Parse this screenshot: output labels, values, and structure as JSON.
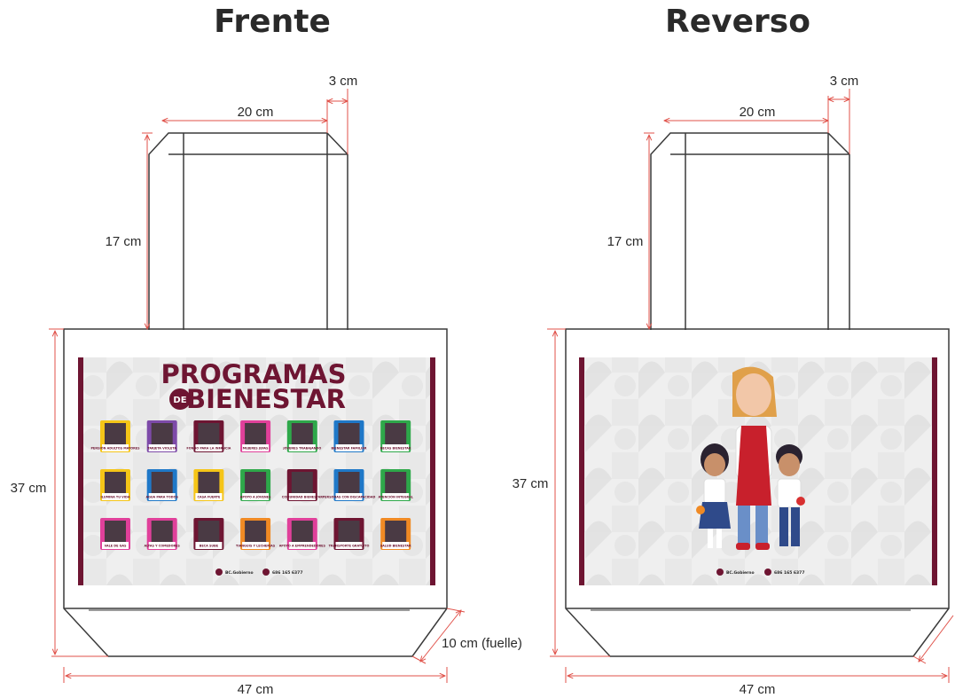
{
  "colors": {
    "outline": "#3a3a3a",
    "dimension_line": "#e0524a",
    "guinda": "#6e1532",
    "panel_bg": "#ededed"
  },
  "views": {
    "front": {
      "title": "Frente",
      "dims": {
        "handle_width": "20 cm",
        "handle_strap": "3 cm",
        "handle_height": "17 cm",
        "bag_height": "37 cm",
        "bag_width": "47 cm",
        "gusset": "10 cm (fuelle)"
      },
      "banner": {
        "heading_line1": "PROGRAMAS",
        "heading_de": "DE",
        "heading_line2": "BIENESTAR",
        "footer_social": "BC.Gobierno",
        "footer_phone": "686 165 6377"
      },
      "tiles": [
        {
          "color": "#f5c518",
          "icon": "person-icon",
          "caption": "PENSIÓN ADULTOS MAYORES"
        },
        {
          "color": "#7d4aa8",
          "icon": "heart-hand-icon",
          "caption": "TARJETA VIOLETA"
        },
        {
          "color": "#6e1532",
          "icon": "balloons-icon",
          "caption": "FONDO PARA LA INFANCIA"
        },
        {
          "color": "#e0409a",
          "icon": "laptop-icon",
          "caption": "MUJERES JEFAS"
        },
        {
          "color": "#2ea84a",
          "icon": "worker-icon",
          "caption": "JÓVENES TRABAJANDO"
        },
        {
          "color": "#1f78c8",
          "icon": "family-icon",
          "caption": "BIENESTAR FAMILIAR"
        },
        {
          "color": "#2ea84a",
          "icon": "graduation-icon",
          "caption": "BECAS BIENESTAR"
        },
        {
          "color": "#f5c518",
          "icon": "lightbulb-icon",
          "caption": "ILUMINA TU VIDA"
        },
        {
          "color": "#1f78c8",
          "icon": "water-drop-icon",
          "caption": "AGUA PARA TODOS"
        },
        {
          "color": "#f5c518",
          "icon": "house-icon",
          "caption": "CASA FUERTE"
        },
        {
          "color": "#2ea84a",
          "icon": "people-icon",
          "caption": "APOYO A JÓVENES"
        },
        {
          "color": "#6e1532",
          "icon": "group-icon",
          "caption": "COMUNIDAD BIENESTAR"
        },
        {
          "color": "#1f78c8",
          "icon": "elders-icon",
          "caption": "PERSONAS CON DISCAPACIDAD"
        },
        {
          "color": "#2ea84a",
          "icon": "mask-icon",
          "caption": "ATENCIÓN INTEGRAL"
        },
        {
          "color": "#e0409a",
          "icon": "store-icon",
          "caption": "VALE DE GAS"
        },
        {
          "color": "#e0409a",
          "icon": "food-cart-icon",
          "caption": "ALTAS Y COMEDORES"
        },
        {
          "color": "#6e1532",
          "icon": "cap-icon",
          "caption": "BECA SUBE"
        },
        {
          "color": "#f08a24",
          "icon": "shop-icon",
          "caption": "TIANGUIS Y LECHERÍAS"
        },
        {
          "color": "#e0409a",
          "icon": "building-icon",
          "caption": "APOYO A EMPRENDEDORES"
        },
        {
          "color": "#6e1532",
          "icon": "bus-icon",
          "caption": "TRANSPORTE GRATUITO"
        },
        {
          "color": "#f08a24",
          "icon": "hospital-icon",
          "caption": "SALUD BIENESTAR"
        }
      ]
    },
    "back": {
      "title": "Reverso",
      "dims": {
        "handle_width": "20 cm",
        "handle_strap": "3 cm",
        "handle_height": "17 cm",
        "bag_height": "37 cm",
        "bag_width": "47 cm"
      },
      "banner": {
        "footer_social": "BC.Gobierno",
        "footer_phone": "686 165 6377"
      }
    }
  }
}
